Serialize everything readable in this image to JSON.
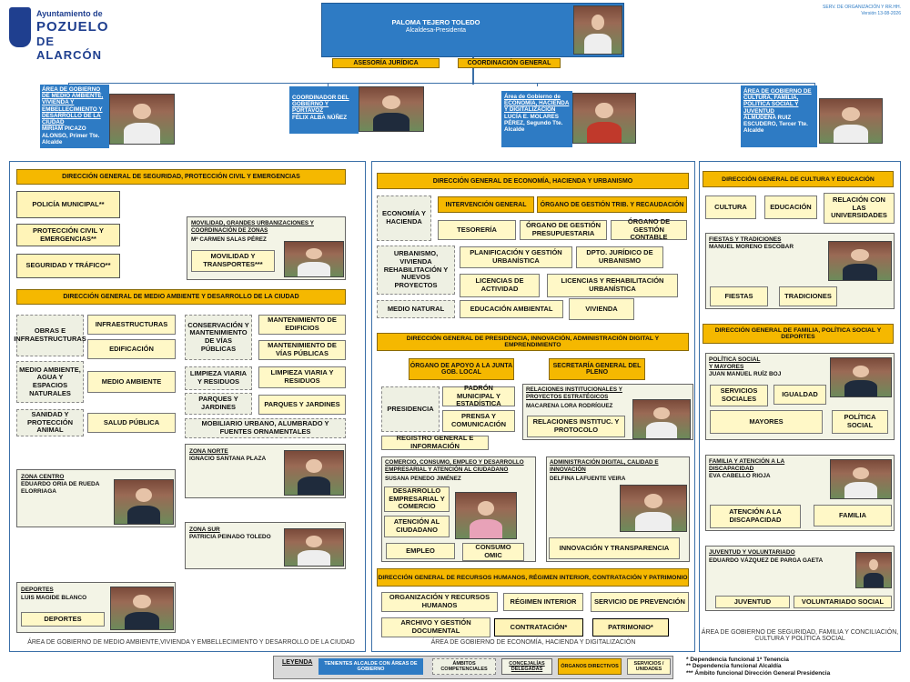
{
  "logo": {
    "line1": "Ayuntamiento de",
    "line2": "POZUELO",
    "line3": "DE ALARCÓN"
  },
  "topright": {
    "line1": "SERV. DE ORGANIZACIÓN Y RR.HH.",
    "line2": "Versión 13-08-2026"
  },
  "mayor": {
    "name": "PALOMA TEJERO TOLEDO",
    "title": "Alcaldesa-Presidenta"
  },
  "top_units": {
    "asesoria": "ASESORÍA JURÍDICA",
    "coordinacion": "COORDINACIÓN GENERAL"
  },
  "areas": {
    "a1": {
      "title": "ÁREA DE GOBIERNO DE MEDIO AMBIENTE, VIVIENDA Y EMBELLECIMIENTO Y DESARROLLO DE LA CIUDAD",
      "person": "MIRIAM PICAZO ALONSO, Primer Tte. Alcalde"
    },
    "a2": {
      "title": "COORDINADOR DEL GOBIERNO Y PORTAVOZ",
      "person": "FÉLIX ALBA NÚÑEZ"
    },
    "a3": {
      "title": "Área de Gobierno de ECONOMÍA, HACIENDA Y DIGITALIZACIÓN",
      "person": "LUCÍA E. MOLARES PÉREZ, Segundo Tte. Alcalde"
    },
    "a4": {
      "title": "ÁREA DE GOBIERNO DE CULTURA, FAMILIA, POLÍTICA SOCIAL Y JUVENTUD",
      "person": "ALMUDENA RUIZ ESCUDERO, Tercer Tte. Alcalde"
    }
  },
  "left": {
    "dg_seg": "DIRECCIÓN GENERAL DE SEGURIDAD, PROTECCIÓN CIVIL Y EMERGENCIAS",
    "policia": "POLICÍA MUNICIPAL**",
    "proteccion": "PROTECCIÓN CIVIL Y EMERGENCIAS**",
    "seguridad": "SEGURIDAD Y TRÁFICO**",
    "movilidad_title": "MOVILIDAD, GRANDES URBANIZACIONES Y COORDINACIÓN DE ZONAS",
    "movilidad_person": "Mª CARMEN SALAS PÉREZ",
    "movilidad_box": "MOVILIDAD Y TRANSPORTES***",
    "dg_ma": "DIRECCIÓN GENERAL DE MEDIO AMBIENTE Y DESARROLLO DE LA CIUDAD",
    "obras": "OBRAS E INFRAESTRUCTURAS",
    "infra": "INFRAESTRUCTURAS",
    "edif": "EDIFICACIÓN",
    "ma_agua": "MEDIO AMBIENTE, AGUA Y ESPACIOS NATURALES",
    "ma": "MEDIO AMBIENTE",
    "sanidad": "SANIDAD Y PROTECCIÓN ANIMAL",
    "salud": "SALUD PÚBLICA",
    "conserv": "CONSERVACIÓN Y MANTENIMIENTO DE VÍAS PÚBLICAS",
    "mant_edif": "MANTENIMIENTO DE EDIFICIOS",
    "mant_vias": "MANTENIMIENTO DE VÍAS PÚBLICAS",
    "limp1": "LIMPIEZA VIARIA Y RESIDUOS",
    "limp2": "LIMPIEZA VIARIA Y RESIDUOS",
    "parques1": "PARQUES Y JARDINES",
    "parques2": "PARQUES Y JARDINES",
    "mobiliario": "MOBILIARIO URBANO, ALUMBRADO Y FUENTES ORNAMENTALES",
    "zc_title": "ZONA CENTRO",
    "zc_person": "EDUARDO ORIA DE RUEDA ELORRIAGA",
    "zn_title": "ZONA NORTE",
    "zn_person": "IGNACIO SANTANA PLAZA",
    "zs_title": "ZONA SUR",
    "zs_person": "PATRICIA PEINADO TOLEDO",
    "dep_title": "DEPORTES",
    "dep_person": "LUIS MAGIDE BLANCO",
    "dep_box": "DEPORTES",
    "footer": "ÁREA DE GOBIERNO DE MEDIO AMBIENTE,VIVIENDA Y EMBELLECIMIENTO Y DESARROLLO DE LA CIUDAD"
  },
  "mid": {
    "dg_eco": "DIRECCIÓN GENERAL DE ECONOMÍA, HACIENDA Y URBANISMO",
    "eco_hac": "ECONOMÍA Y HACIENDA",
    "interv": "INTERVENCIÓN GENERAL",
    "gestion_trib": "ÓRGANO DE GESTIÓN TRIB. Y RECAUDACIÓN",
    "tesoreria": "TESORERÍA",
    "gest_pres": "ÓRGANO DE GESTIÓN PRESUPUESTARIA",
    "gest_cont": "ÓRGANO DE GESTIÓN CONTABLE",
    "urbanismo": "URBANISMO, VIVIENDA REHABILITACIÓN Y NUEVOS PROYECTOS",
    "planif": "PLANIFICACIÓN Y GESTIÓN URBANÍSTICA",
    "dpto_jur": "DPTO. JURÍDICO DE URBANISMO",
    "licencias_act": "LICENCIAS DE ACTIVIDAD",
    "licencias_reh": "LICENCIAS Y REHABILITACIÓN URBANÍSTICA",
    "medio_natural": "MEDIO NATURAL",
    "educ_amb": "EDUCACIÓN AMBIENTAL",
    "vivienda": "VIVIENDA",
    "dg_pres": "DIRECCIÓN GENERAL DE PRESIDENCIA, INNOVACIÓN, ADMINISTRACIÓN DIGITAL Y EMPRENDIMIENTO",
    "apoyo": "ÓRGANO DE APOYO A LA JUNTA GOB. LOCAL",
    "secretaria": "SECRETARÍA GENERAL DEL PLENO",
    "presidencia": "PRESIDENCIA",
    "padron": "PADRÓN MUNICIPAL Y ESTADÍSTICA",
    "prensa": "PRENSA Y COMUNICACIÓN",
    "rel_title": "RELACIONES INSTITUCIONALES Y PROYECTOS ESTRATÉGICOS",
    "rel_person": "MACARENA LORA RODRÍGUEZ",
    "rel_box": "RELACIONES INSTITUC. Y PROTOCOLO",
    "registro": "REGISTRO GENERAL E INFORMACIÓN",
    "com_title": "COMERCIO, CONSUMO, EMPLEO Y DESARROLLO EMPRESARIAL Y ATENCIÓN AL CIUDADANO",
    "com_person": "SUSANA PENEDO JIMÉNEZ",
    "desarrollo": "DESARROLLO EMPRESARIAL Y COMERCIO",
    "atencion": "ATENCIÓN AL CIUDADANO",
    "empleo": "EMPLEO",
    "consumo": "CONSUMO OMIC",
    "adm_title": "ADMINISTRACIÓN DIGITAL, CALIDAD E INNOVACIÓN",
    "adm_person": "DELFINA LAFUENTE VEIRA",
    "innov": "INNOVACIÓN Y TRANSPARENCIA",
    "dg_rrhh": "DIRECCIÓN GENERAL DE RECURSOS HUMANOS, RÉGIMEN INTERIOR, CONTRATACIÓN Y PATRIMONIO",
    "org_rrhh": "ORGANIZACIÓN Y RECURSOS HUMANOS",
    "regimen": "RÉGIMEN INTERIOR",
    "prevencion": "SERVICIO DE PREVENCIÓN",
    "archivo": "ARCHIVO Y GESTIÓN DOCUMENTAL",
    "contratacion": "CONTRATACIÓN*",
    "patrimonio": "PATRIMONIO*",
    "footer": "ÁREA DE GOBIERNO DE ECONOMÍA, HACIENDA Y DIGITALIZACIÓN"
  },
  "right": {
    "dg_cult": "DIRECCIÓN GENERAL DE CULTURA Y EDUCACIÓN",
    "cultura": "CULTURA",
    "educacion": "EDUCACIÓN",
    "universidades": "RELACIÓN CON LAS UNIVERSIDADES",
    "fiestas_title": "FIESTAS Y TRADICIONES",
    "fiestas_person": "MANUEL MORENO ESCOBAR",
    "fiestas": "FIESTAS",
    "tradiciones": "TRADICIONES",
    "dg_fam": "DIRECCIÓN GENERAL DE FAMILIA, POLÍTICA SOCIAL Y DEPORTES",
    "pol_title": "POLÍTICA SOCIAL Y MAYORES",
    "pol_person": "JUAN MANUEL RUÍZ BOJ",
    "serv_soc": "SERVICIOS SOCIALES",
    "igualdad": "IGUALDAD",
    "mayores": "MAYORES",
    "pol_social": "POLÍTICA SOCIAL",
    "fam_title": "FAMILIA Y ATENCIÓN A LA DISCAPACIDAD",
    "fam_person": "EVA CABELLO RIOJA",
    "discapacidad": "ATENCIÓN A LA DISCAPACIDAD",
    "familia": "FAMILIA",
    "juv_title": "JUVENTUD Y VOLUNTARIADO",
    "juv_person": "EDUARDO VÁZQUEZ DE PARGA GAETA",
    "juventud": "JUVENTUD",
    "voluntariado": "VOLUNTARIADO SOCIAL",
    "footer": "ÁREA DE GOBIERNO DE SEGURIDAD, FAMILIA Y CONCILIACIÓN, CULTURA Y POLÍTICA SOCIAL"
  },
  "legend": {
    "label": "LEYENDA",
    "k1": "TENIENTES ALCALDE CON ÁREAS DE GOBIERNO",
    "k2": "ÁMBITOS COMPETENCIALES",
    "k3": "CONCEJALÍAS DELEGADAS",
    "k4": "ÓRGANOS DIRECTIVOS",
    "k5": "SERVICIOS / UNIDADES",
    "n1": "* Dependencia funcional 1ª Tenencia",
    "n2": "** Dependencia funcional Alcaldía",
    "n3": "*** Ámbito funcional Dirección General Presidencia"
  },
  "colors": {
    "blue": "#2e7bc4",
    "orange": "#f5b800",
    "yellow": "#fff8c7"
  }
}
